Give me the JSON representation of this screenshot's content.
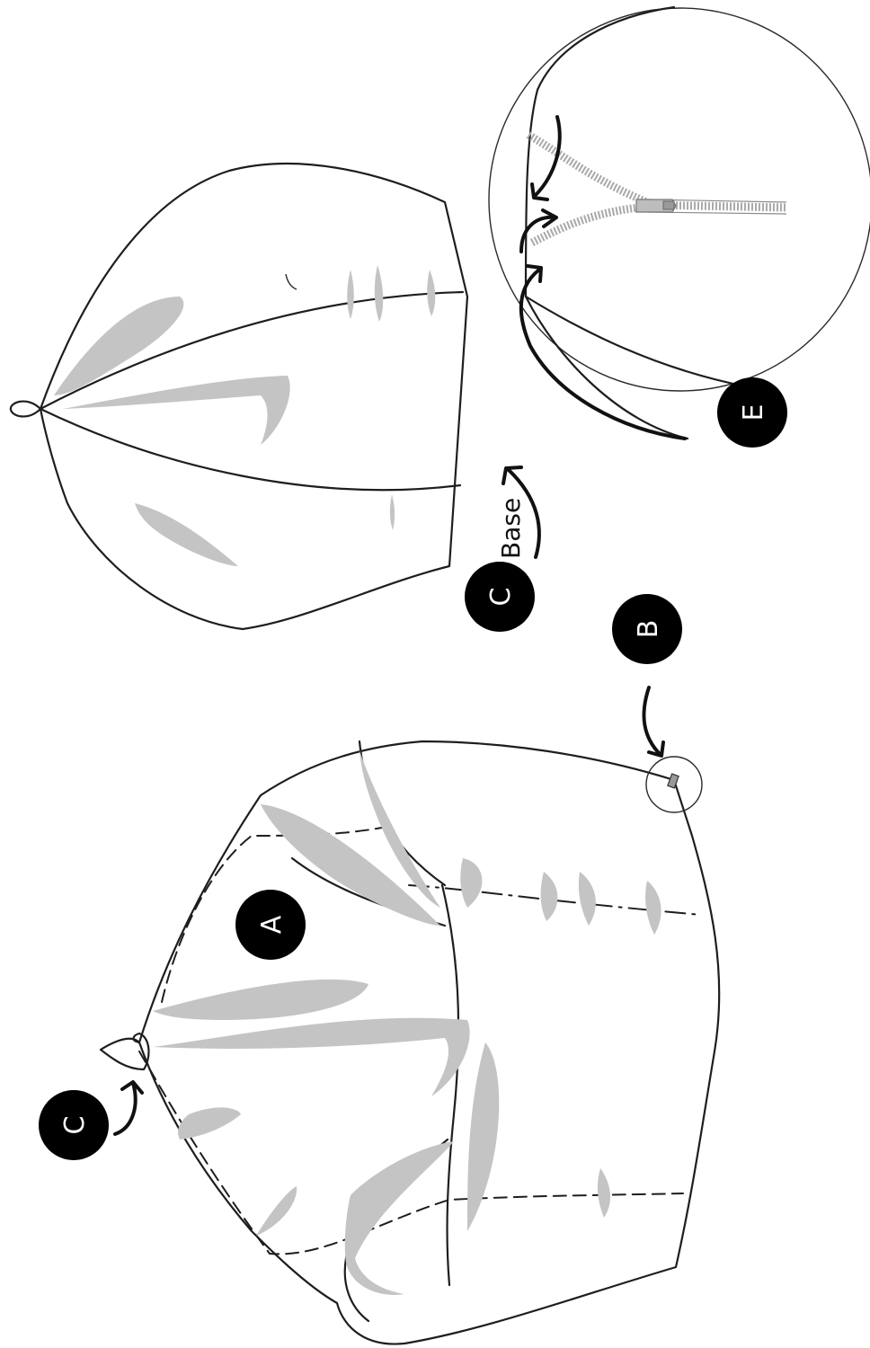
{
  "labels": {
    "a": "A",
    "b": "B",
    "c_left": "C",
    "c_right": "C",
    "e": "E",
    "base": "Base"
  },
  "colors": {
    "line": "#1e1e1e",
    "shading": "#c4c4c4",
    "badge": "#000000",
    "badge_text": "#ffffff",
    "zipper": "#a9a9a9"
  },
  "icons": {
    "zipper": "zipper-icon",
    "badge": "black-circle-label"
  }
}
